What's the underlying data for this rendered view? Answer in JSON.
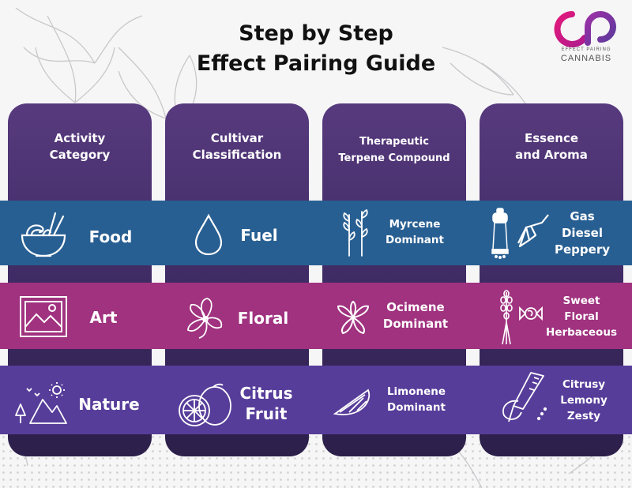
{
  "title": {
    "line1": "Step by Step",
    "line2": "Effect Pairing Guide"
  },
  "logo": {
    "line1": "EFFECT PAIRING",
    "line2": "CANNABIS"
  },
  "columns": [
    {
      "header": [
        "Activity",
        "Category"
      ]
    },
    {
      "header": [
        "Cultivar",
        "Classification"
      ]
    },
    {
      "header": [
        "Therapeutic",
        "Terpene Compound"
      ]
    },
    {
      "header": [
        "Essence",
        "and Aroma"
      ]
    }
  ],
  "rows": [
    {
      "color": "#285f92",
      "activity": {
        "label": "Food",
        "icon": "noodle-bowl-icon"
      },
      "cultivar": {
        "label": "Fuel",
        "icon": "droplet-icon"
      },
      "terpene": {
        "lines": [
          "Myrcene",
          "Dominant"
        ],
        "icon": "herb-sprigs-icon"
      },
      "aroma": {
        "lines": [
          "Gas",
          "Diesel",
          "Peppery"
        ],
        "icons": [
          "pepper-grinder-icon",
          "fuel-nozzle-icon"
        ]
      }
    },
    {
      "color": "#a0327f",
      "activity": {
        "label": "Art",
        "icon": "framed-picture-icon"
      },
      "cultivar": {
        "label": "Floral",
        "icon": "flower-icon"
      },
      "terpene": {
        "lines": [
          "Ocimene",
          "Dominant"
        ],
        "icon": "blossom-icon"
      },
      "aroma": {
        "lines": [
          "Sweet",
          "Floral",
          "Herbaceous"
        ],
        "icons": [
          "lavender-icon",
          "candy-icon"
        ]
      }
    },
    {
      "color": "#573d9a",
      "activity": {
        "label": "Nature",
        "icon": "mountains-sun-icon"
      },
      "cultivar": {
        "lines": [
          "Citrus",
          "Fruit"
        ],
        "icon": "citrus-fruit-icon"
      },
      "terpene": {
        "lines": [
          "Limonene",
          "Dominant"
        ],
        "icon": "lemon-slice-icon"
      },
      "aroma": {
        "lines": [
          "Citrusy",
          "Lemony",
          "Zesty"
        ],
        "icon": "zester-icon"
      }
    }
  ],
  "colors": {
    "column_top": "#573a7e",
    "column_bottom": "#2c1f4a",
    "logo_pink": "#e2197a",
    "logo_purple": "#6b3fa0"
  }
}
